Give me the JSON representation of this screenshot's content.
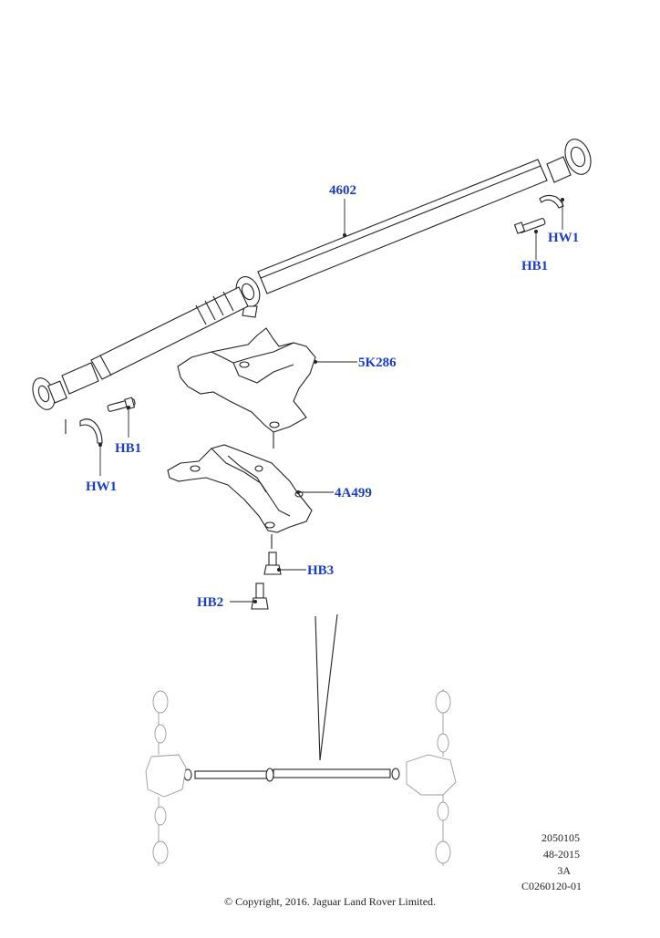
{
  "callouts": {
    "propshaft": "4602",
    "heat_shield": "5K286",
    "bracket": "4A499",
    "hb1_right": "HB1",
    "hw1_right": "HW1",
    "hb1_left": "HB1",
    "hw1_left": "HW1",
    "hb3": "HB3",
    "hb2": "HB2"
  },
  "meta": {
    "line1": "2050105",
    "line2": "48-2015",
    "line3": "3A",
    "line4": "C0260120-01"
  },
  "copyright": "© Copyright, 2016. Jaguar Land Rover Limited.",
  "colors": {
    "callout": "#1a3cc8",
    "line": "#222222",
    "context": "#9a9a9a"
  }
}
